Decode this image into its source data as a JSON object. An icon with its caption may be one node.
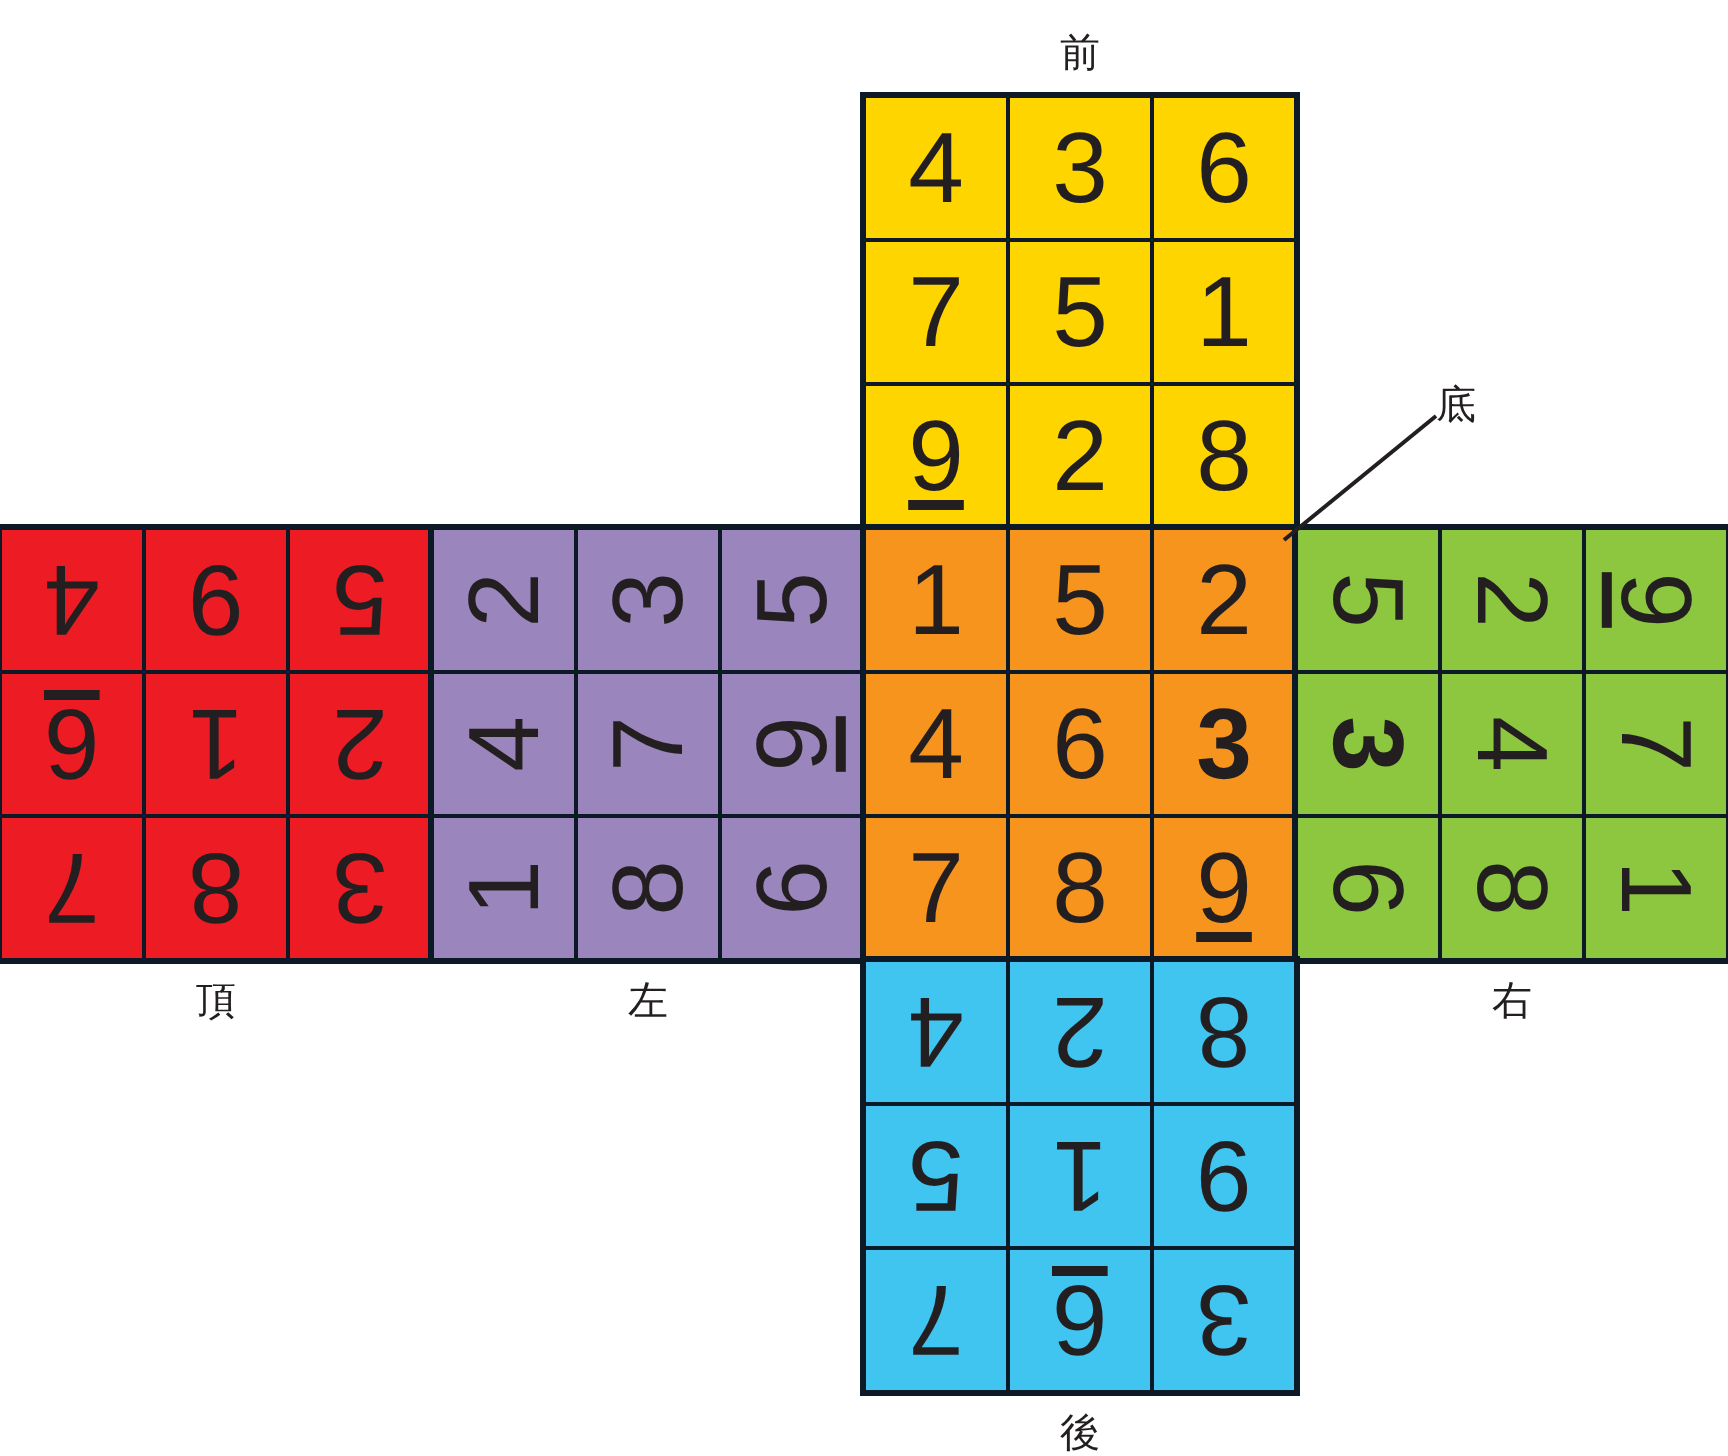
{
  "diagram": {
    "nodes": [
      {
        "text": [
          "前"
        ]
      },
      {
        "text": [
          "4"
        ],
        "in": 0
      },
      {
        "text": [
          "3"
        ],
        "in": 0
      },
      {
        "text": [
          "6"
        ],
        "in": 0
      },
      {
        "text": [
          "7"
        ],
        "in": 0
      },
      {
        "text": [
          "5"
        ],
        "in": 0
      },
      {
        "text": [
          "1"
        ],
        "in": 0
      },
      {
        "text": [
          "9"
        ],
        "in": 0
      },
      {
        "text": [
          "2"
        ],
        "in": 0
      },
      {
        "text": [
          "8"
        ],
        "in": 0
      },
      {
        "text": [
          "底"
        ]
      },
      {
        "text": [
          "頂"
        ]
      },
      {
        "text": [
          "4"
        ],
        "in": 11
      },
      {
        "text": [
          "9"
        ],
        "in": 11
      },
      {
        "text": [
          "5"
        ],
        "in": 11
      },
      {
        "text": [
          "6"
        ],
        "in": 11
      },
      {
        "text": [
          "1"
        ],
        "in": 11
      },
      {
        "text": [
          "2"
        ],
        "in": 11
      },
      {
        "text": [
          "7"
        ],
        "in": 11
      },
      {
        "text": [
          "8"
        ],
        "in": 11
      },
      {
        "text": [
          "3"
        ],
        "in": 11
      },
      {
        "text": [
          "左"
        ]
      },
      {
        "text": [
          "2"
        ],
        "in": 21
      },
      {
        "text": [
          "3"
        ],
        "in": 21
      },
      {
        "text": [
          "5"
        ],
        "in": 21
      },
      {
        "text": [
          "4"
        ],
        "in": 21
      },
      {
        "text": [
          "7"
        ],
        "in": 21
      },
      {
        "text": [
          "9"
        ],
        "in": 21
      },
      {
        "text": [
          "1"
        ],
        "in": 21
      },
      {
        "text": [
          "8"
        ],
        "in": 21
      },
      {
        "text": [
          "6"
        ],
        "in": 21
      },
      {
        "text": [],
        "shape": "box"
      },
      {
        "text": [
          "1"
        ],
        "in": 31
      },
      {
        "text": [
          "5"
        ],
        "in": 31
      },
      {
        "text": [
          "2"
        ],
        "in": 31
      },
      {
        "text": [
          "4"
        ],
        "in": 31
      },
      {
        "text": [
          "6"
        ],
        "in": 31
      },
      {
        "text": [
          "3"
        ],
        "in": 31
      },
      {
        "text": [
          "7"
        ],
        "in": 31
      },
      {
        "text": [
          "8"
        ],
        "in": 31
      },
      {
        "text": [
          "9"
        ],
        "in": 31
      },
      {
        "text": [
          "右"
        ]
      },
      {
        "text": [
          "5"
        ],
        "in": 41
      },
      {
        "text": [
          "2"
        ],
        "in": 41
      },
      {
        "text": [
          "9"
        ],
        "in": 41
      },
      {
        "text": [
          "3"
        ],
        "in": 41
      },
      {
        "text": [
          "4"
        ],
        "in": 41
      },
      {
        "text": [
          "7"
        ],
        "in": 41
      },
      {
        "text": [
          "6"
        ],
        "in": 41
      },
      {
        "text": [
          "8"
        ],
        "in": 41
      },
      {
        "text": [
          "1"
        ],
        "in": 41
      },
      {
        "text": [
          "後"
        ]
      },
      {
        "text": [
          "4"
        ],
        "in": 51
      },
      {
        "text": [
          "2"
        ],
        "in": 51
      },
      {
        "text": [
          "8"
        ],
        "in": 51
      },
      {
        "text": [
          "5"
        ],
        "in": 51
      },
      {
        "text": [
          "1"
        ],
        "in": 51
      },
      {
        "text": [
          "9"
        ],
        "in": 51
      },
      {
        "text": [
          "7"
        ],
        "in": 51
      },
      {
        "text": [
          "6"
        ],
        "in": 51
      },
      {
        "text": [
          "3"
        ],
        "in": 51
      }
    ],
    "edges": [
      {
        "from": 10,
        "to": 31,
        "arrow": "none"
      }
    ]
  }
}
